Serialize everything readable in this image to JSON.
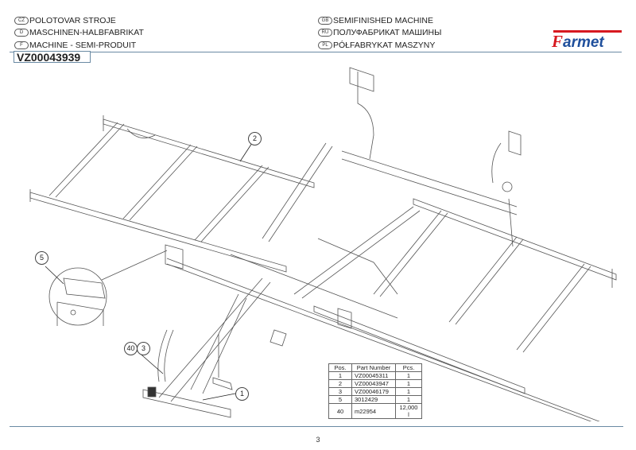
{
  "header": {
    "titles": [
      {
        "lang": "CZ",
        "text": "POLOTOVAR STROJE"
      },
      {
        "lang": "D",
        "text": "MASCHINEN-HALBFABRIKAT"
      },
      {
        "lang": "F",
        "text": "MACHINE - SEMI-PRODUIT"
      },
      {
        "lang": "GB",
        "text": "SEMIFINISHED MACHINE"
      },
      {
        "lang": "RU",
        "text": "ПОЛУФАБРИКАТ МАШИНЫ"
      },
      {
        "lang": "PL",
        "text": "PÓŁFABRYKAT MASZYNY"
      }
    ],
    "document_id": "VZ00043939",
    "logo_text": "Farmet",
    "brand_color": "#d71920",
    "rule_color": "#6a8aa3"
  },
  "drawing": {
    "callouts": [
      "1",
      "2",
      "3",
      "5",
      "40"
    ]
  },
  "parts_table": {
    "headers": [
      "Pos.",
      "Part Number",
      "Pcs."
    ],
    "rows": [
      {
        "pos": "1",
        "part": "VZ00045311",
        "pcs": "1"
      },
      {
        "pos": "2",
        "part": "VZ00043947",
        "pcs": "1"
      },
      {
        "pos": "3",
        "part": "VZ00046179",
        "pcs": "1"
      },
      {
        "pos": "5",
        "part": "3012429",
        "pcs": "1"
      },
      {
        "pos": "40",
        "part": "m22954",
        "pcs": "12,000 l"
      }
    ]
  },
  "footer": {
    "page_number": "3"
  }
}
